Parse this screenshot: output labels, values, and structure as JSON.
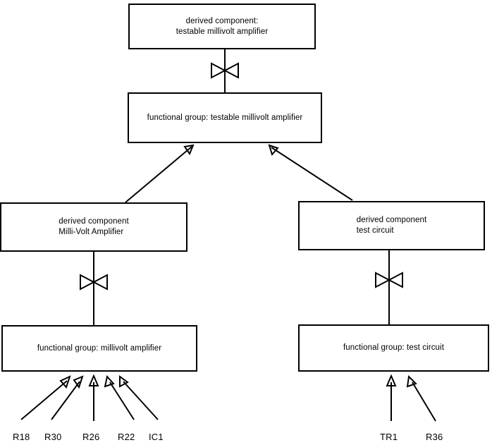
{
  "diagram": {
    "title": "derived component decomposition",
    "stroke_color": "#000000",
    "background_color": "#ffffff",
    "nodes": {
      "top_derived": {
        "label": "derived component:\n testable millivolt amplifier",
        "type": "derived-component"
      },
      "top_functional_group": {
        "label": "functional group: testable millivolt amplifier",
        "type": "functional-group"
      },
      "left_derived": {
        "label": "derived component\nMilli-Volt Amplifier",
        "type": "derived-component"
      },
      "right_derived": {
        "label": "derived component\ntest circuit",
        "type": "derived-component"
      },
      "left_functional_group": {
        "label": "functional group: millivolt amplifier",
        "type": "functional-group"
      },
      "right_functional_group": {
        "label": "functional group: test circuit",
        "type": "functional-group"
      }
    },
    "leaf_labels": [
      {
        "id": "r18",
        "label": "R18"
      },
      {
        "id": "r30",
        "label": "R30"
      },
      {
        "id": "r26",
        "label": "R26"
      },
      {
        "id": "r22",
        "label": "R22"
      },
      {
        "id": "ic1",
        "label": "IC1"
      },
      {
        "id": "tr1",
        "label": "TR1"
      },
      {
        "id": "r36",
        "label": "R36"
      }
    ],
    "connectors": {
      "bowtie_count": 3,
      "inheritance_arrow_count": 2,
      "leaf_arrow_count": 7
    }
  }
}
